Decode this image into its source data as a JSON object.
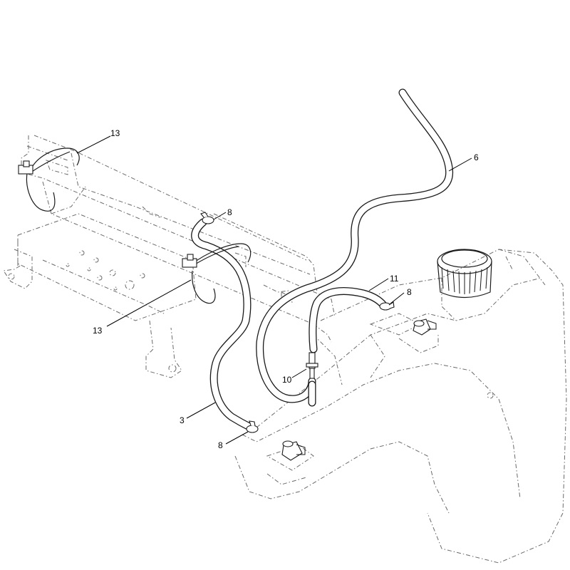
{
  "colors": {
    "line": "#1a1a1a",
    "phantom": "#6a6a6a",
    "background": "#ffffff"
  },
  "callouts": [
    {
      "id": "c13a",
      "label": "13"
    },
    {
      "id": "c8a",
      "label": "8"
    },
    {
      "id": "c6",
      "label": "6"
    },
    {
      "id": "c11",
      "label": "11"
    },
    {
      "id": "c8b",
      "label": "8"
    },
    {
      "id": "c13b",
      "label": "13"
    },
    {
      "id": "c10",
      "label": "10"
    },
    {
      "id": "c3",
      "label": "3"
    },
    {
      "id": "c8c",
      "label": "8"
    }
  ],
  "parts": [
    {
      "ref": "3",
      "name": "hose"
    },
    {
      "ref": "6",
      "name": "hose"
    },
    {
      "ref": "8",
      "name": "hose-clamp"
    },
    {
      "ref": "10",
      "name": "connector"
    },
    {
      "ref": "11",
      "name": "hose"
    },
    {
      "ref": "13",
      "name": "cable-tie"
    }
  ]
}
